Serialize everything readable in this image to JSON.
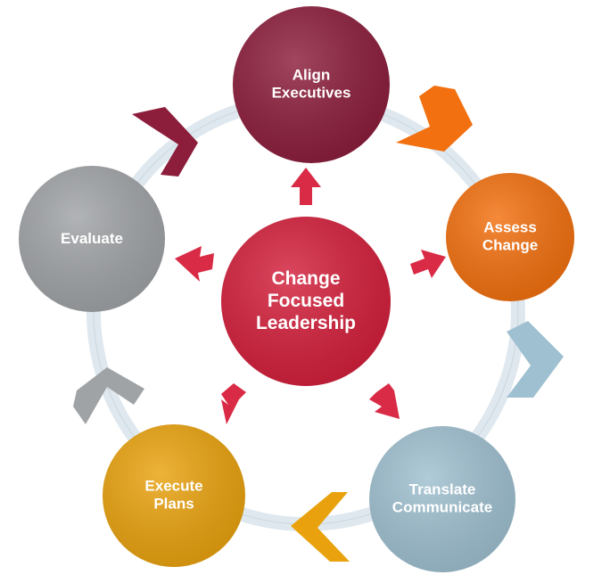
{
  "center": {
    "label_lines": [
      "Change",
      "Focused",
      "Leadership"
    ],
    "color": "#d31f3b"
  },
  "nodes": [
    {
      "id": "align",
      "label_lines": [
        "Align",
        "Executives"
      ],
      "color": "#8c1d3b"
    },
    {
      "id": "assess",
      "label_lines": [
        "Assess",
        "Change"
      ],
      "color": "#f2700f"
    },
    {
      "id": "translate",
      "label_lines": [
        "Translate",
        "Communicate"
      ],
      "color": "#9fc0d0"
    },
    {
      "id": "execute",
      "label_lines": [
        "Execute",
        "Plans"
      ],
      "color": "#e9a20e"
    },
    {
      "id": "evaluate",
      "label_lines": [
        "Evaluate"
      ],
      "color": "#a0a3a6"
    }
  ],
  "ring_color": "#dfe8ee",
  "arrow_color": "#d92b45"
}
